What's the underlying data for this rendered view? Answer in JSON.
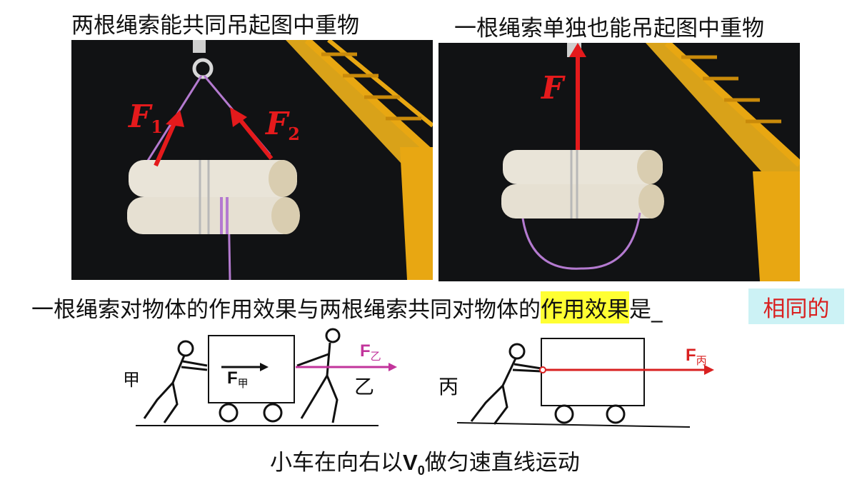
{
  "captions": {
    "left": "两根绳索能共同吊起图中重物",
    "right": "一根绳索单独也能吊起图中重物"
  },
  "forces": {
    "f1": {
      "letter": "F",
      "sub": "1"
    },
    "f2": {
      "letter": "F",
      "sub": "2"
    },
    "f": {
      "letter": "F"
    }
  },
  "sentence": {
    "before": "一根绳索对物体的作用效果与两根绳索共同对物体的",
    "highlight": "作用效果",
    "after": "是_",
    "answer": "相同的"
  },
  "scenes": {
    "jia_label": "甲",
    "yi_label": "乙",
    "bing_label": "丙",
    "f_jia": {
      "letter": "F",
      "sub": "甲"
    },
    "f_yi": {
      "letter": "F",
      "sub": "乙"
    },
    "f_bing": {
      "letter": "F",
      "sub": "丙"
    }
  },
  "bottom": {
    "before": "小车在向右以",
    "v": "V",
    "v_sub": "0",
    "after": "做匀速直线运动"
  },
  "colors": {
    "force_red": "#e41a1c",
    "force_magenta": "#c2349b",
    "highlight_yellow": "#ffff33",
    "answer_bg": "#ccf2f5",
    "answer_text": "#d92020"
  }
}
